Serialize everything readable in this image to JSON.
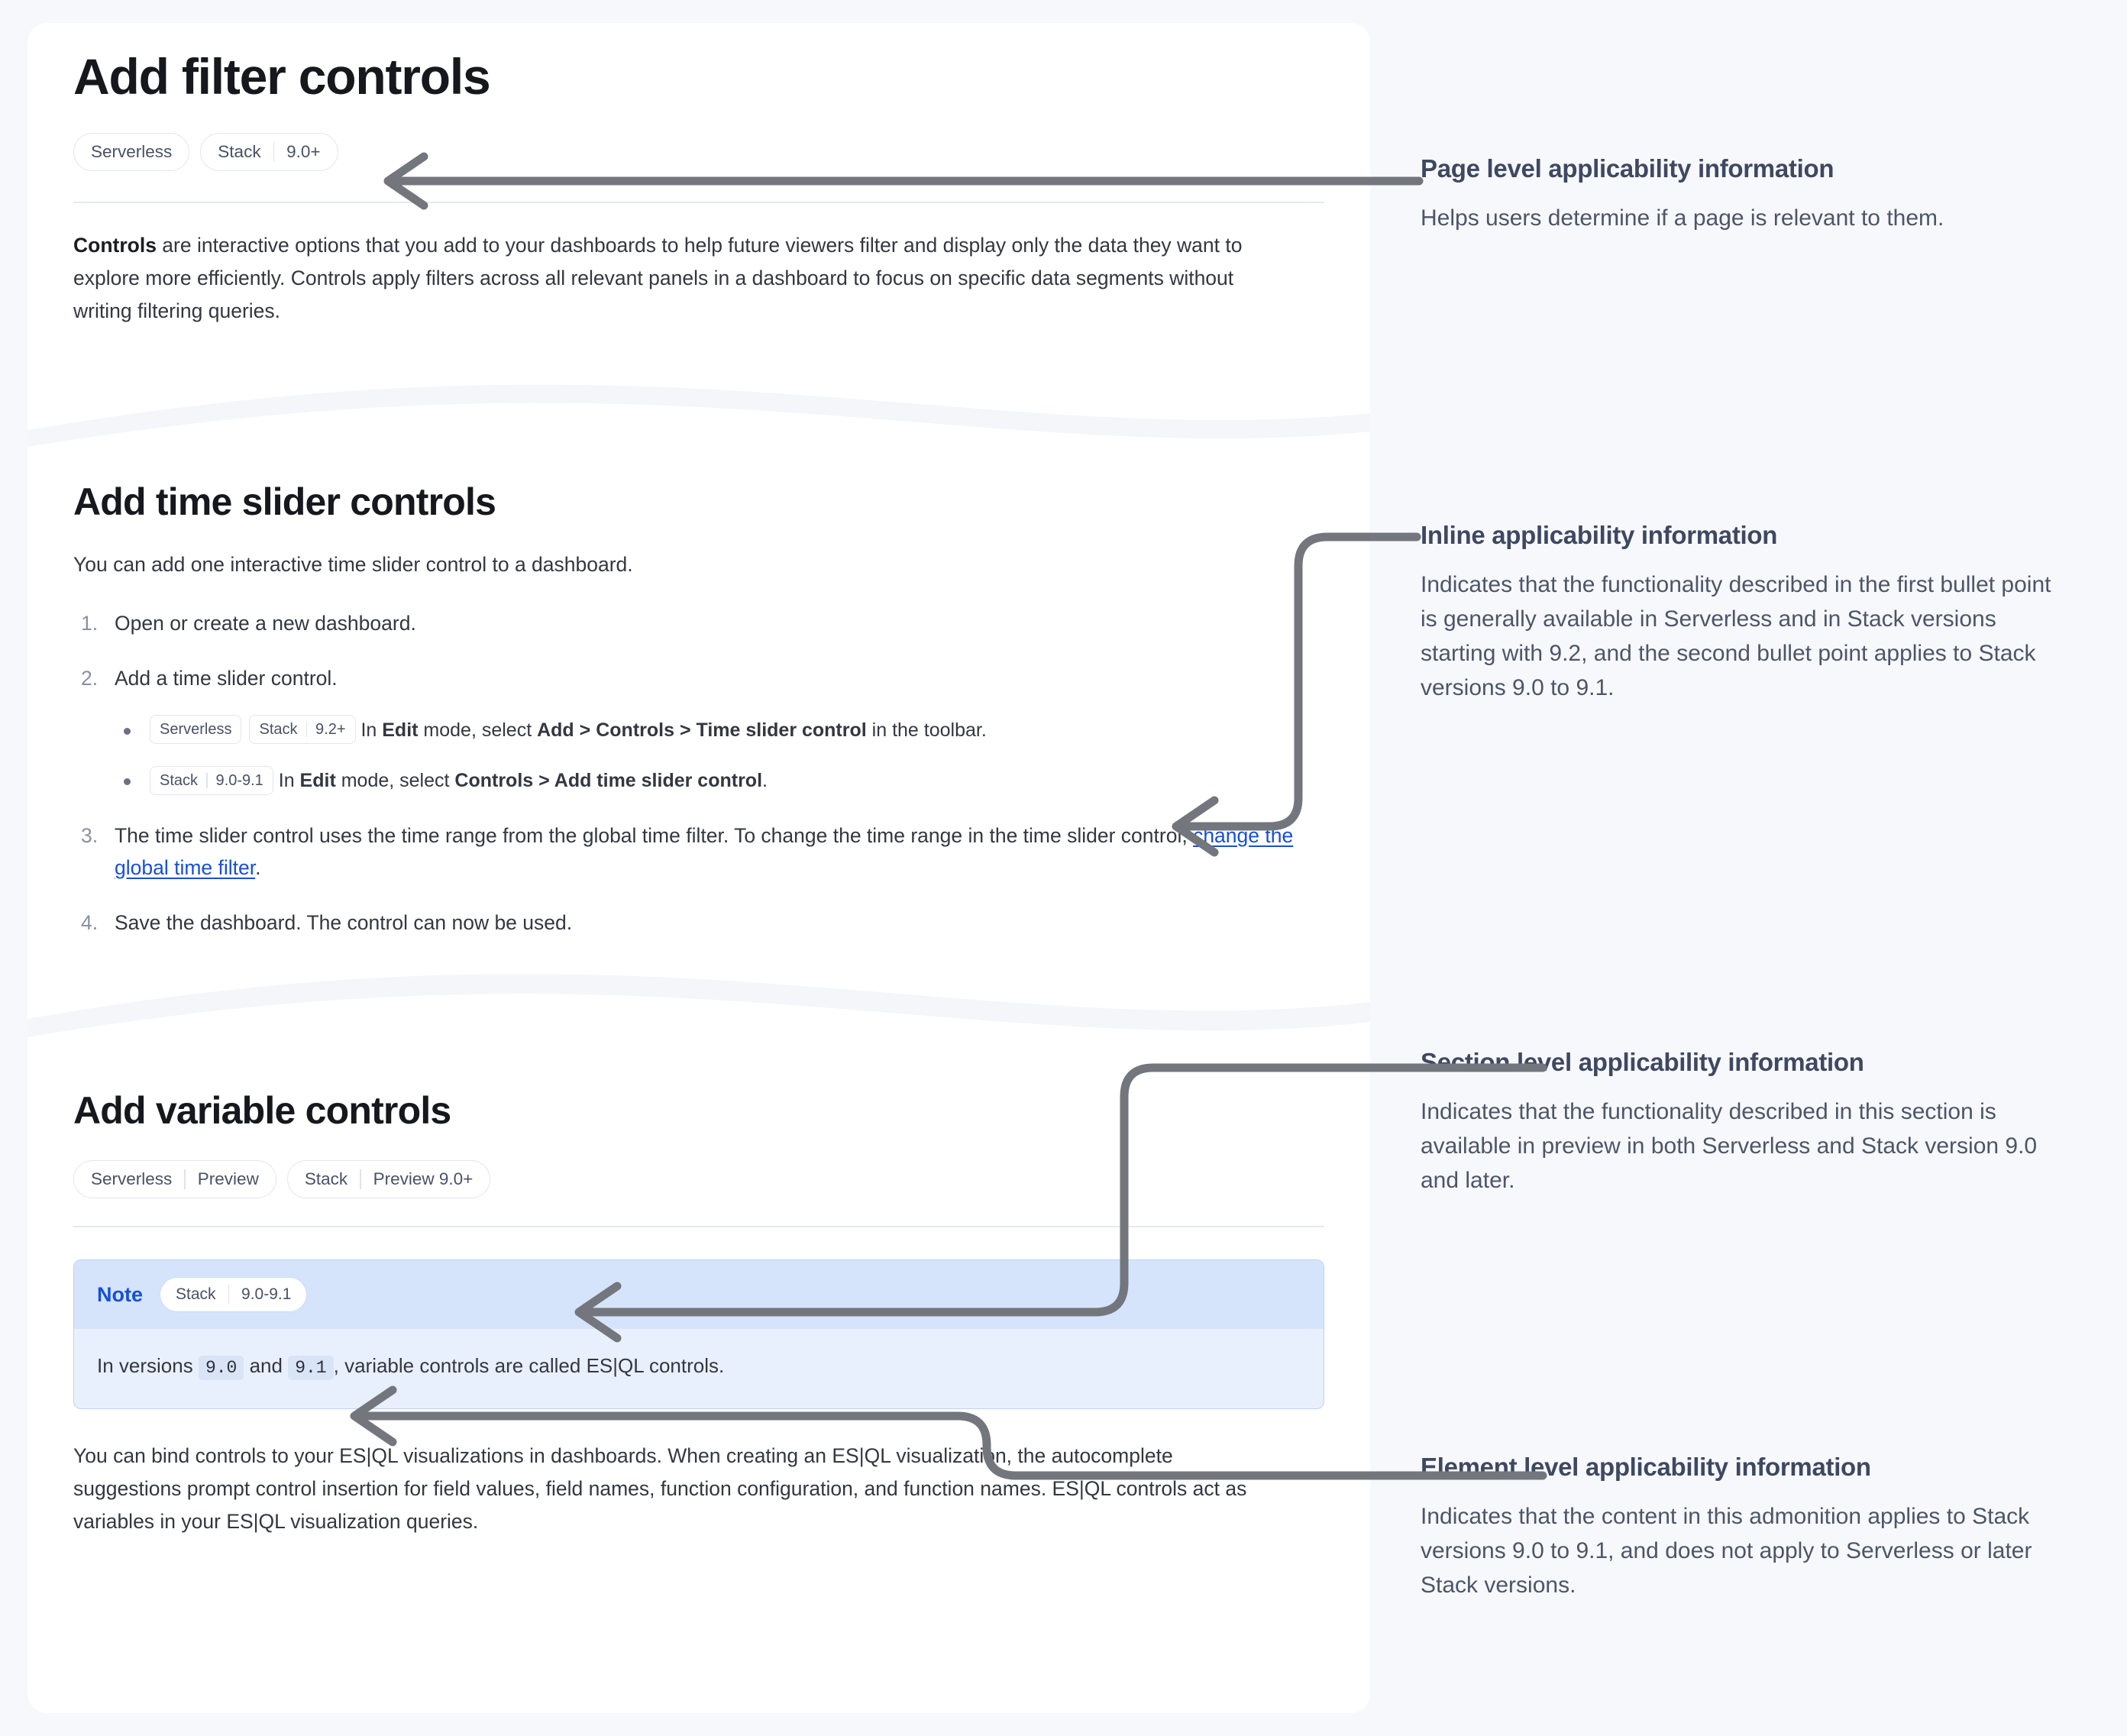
{
  "page": {
    "title": "Add filter controls",
    "applicability": [
      {
        "name": "Serverless",
        "version": ""
      },
      {
        "name": "Stack",
        "version": "9.0+"
      }
    ],
    "intro_lead": "Controls",
    "intro_rest": " are interactive options that you add to your dashboards to help future viewers filter and display only the data they want to explore more efficiently. Controls apply filters across all relevant panels in a dashboard to focus on specific data segments without writing filtering queries."
  },
  "section_time_slider": {
    "heading": "Add time slider controls",
    "intro": "You can add one interactive time slider control to a dashboard.",
    "steps": [
      {
        "text": "Open or create a new dashboard."
      },
      {
        "text": "Add a time slider control.",
        "bullets": [
          {
            "badges": [
              {
                "name": "Serverless",
                "version": ""
              },
              {
                "name": "Stack",
                "version": "9.2+"
              }
            ],
            "prefix": "In ",
            "b1": "Edit",
            "mid1": " mode, select ",
            "b2": "Add",
            "sep1": " > ",
            "b3": "Controls",
            "sep2": " > ",
            "b4": "Time slider control",
            "suffix": " in the toolbar."
          },
          {
            "badges": [
              {
                "name": "Stack",
                "version": "9.0-9.1"
              }
            ],
            "prefix": "In ",
            "b1": "Edit",
            "mid1": " mode, select ",
            "b2": "Controls",
            "sep1": " > ",
            "b3": "Add time slider control",
            "sep2": "",
            "b4": "",
            "suffix": "."
          }
        ]
      },
      {
        "text_before_link": "The time slider control uses the time range from the global time filter. To change the time range in the time slider control, ",
        "link": "change the global time filter",
        "text_after_link": "."
      },
      {
        "text": "Save the dashboard. The control can now be used."
      }
    ]
  },
  "section_variable": {
    "heading": "Add variable controls",
    "applicability": [
      {
        "name": "Serverless",
        "version": "Preview"
      },
      {
        "name": "Stack",
        "version": "Preview 9.0+"
      }
    ],
    "note": {
      "label": "Note",
      "badges": [
        {
          "name": "Stack",
          "version": "9.0-9.1"
        }
      ],
      "body_before": "In versions ",
      "code1": "9.0",
      "body_mid": " and ",
      "code2": "9.1",
      "body_after": ", variable controls are called ES|QL controls."
    },
    "closing": "You can bind controls to your ES|QL visualizations in dashboards. When creating an ES|QL visualization, the autocomplete suggestions prompt control insertion for field values, field names, function configuration, and function names. ES|QL controls act as variables in your ES|QL visualization queries."
  },
  "annotations": [
    {
      "title": "Page level applicability information",
      "body": "Helps users determine if a page is relevant to them."
    },
    {
      "title": "Inline applicability information",
      "body": "Indicates that the functionality described in the first bullet point is generally available in Serverless and in Stack versions starting with 9.2, and the second bullet point applies to Stack versions 9.0 to 9.1."
    },
    {
      "title": "Section level applicability information",
      "body": "Indicates that the functionality described in this section is available in preview in both Serverless and Stack version 9.0 and later."
    },
    {
      "title": "Element level applicability information",
      "body": "Indicates that the content in this admonition applies to Stack versions 9.0 to 9.1, and does not apply to Serverless or later Stack versions."
    }
  ],
  "colors": {
    "page_bg": "#f7f8fc",
    "card_bg": "#ffffff",
    "arrow": "#73767c",
    "link": "#1750d6",
    "note_border": "#bcd2f5",
    "note_head": "#d6e4fb",
    "note_body": "#e9f0fd",
    "anno_title": "#3f4861",
    "badge_text": "#4a5166"
  }
}
